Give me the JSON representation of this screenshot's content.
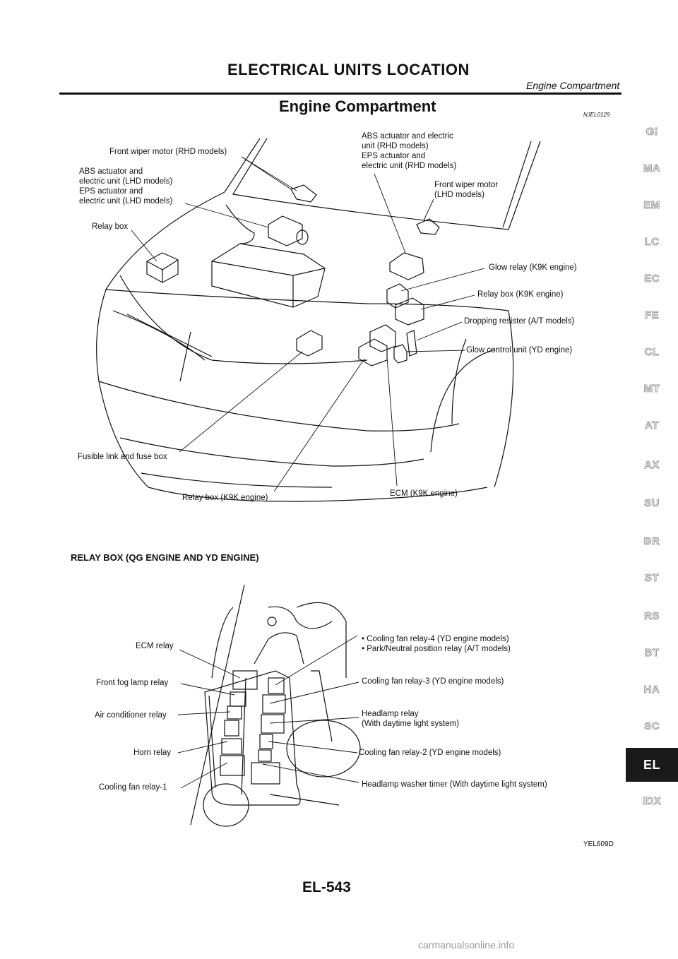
{
  "header": {
    "title": "ELECTRICAL UNITS LOCATION",
    "subtitle": "Engine Compartment"
  },
  "section": {
    "title": "Engine Compartment",
    "code": "NJEL0129"
  },
  "engine_labels": {
    "front_wiper_rhd": "Front wiper motor (RHD models)",
    "abs_lhd": "ABS actuator and\nelectric unit (LHD models)\nEPS actuator and\nelectric unit (LHD models)",
    "relay_box": "Relay box",
    "abs_rhd": "ABS actuator and electric\nunit (RHD models)\nEPS actuator and\nelectric unit (RHD models)",
    "front_wiper_lhd": "Front wiper motor\n(LHD models)",
    "glow_relay": "Glow relay (K9K engine)",
    "relay_box_k9k_right": "Relay box (K9K engine)",
    "dropping_resister": "Dropping resister (A/T models)",
    "glow_control": "Glow control unit (YD engine)",
    "fusible_link": "Fusible link and fuse box",
    "relay_box_k9k_bottom": "Relay box (K9K engine)",
    "ecm_k9k": "ECM (K9K engine)"
  },
  "relay_section_title": "RELAY BOX (QG ENGINE AND YD ENGINE)",
  "relay_labels": {
    "ecm_relay": "ECM relay",
    "front_fog": "Front fog lamp relay",
    "air_conditioner": "Air conditioner relay",
    "horn": "Horn relay",
    "cooling_fan_1": "Cooling fan relay-1",
    "cooling_fan_4": "• Cooling fan relay-4 (YD engine models)\n• Park/Neutral position relay (A/T models)",
    "cooling_fan_3": "Cooling fan relay-3 (YD engine models)",
    "headlamp_relay": "Headlamp relay\n(With daytime light system)",
    "cooling_fan_2": "Cooling fan relay-2 (YD engine models)",
    "headlamp_washer": "Headlamp washer timer (With daytime light system)"
  },
  "figure_code": "YEL609D",
  "page_number": "EL-543",
  "watermark": "carmanualsonline.info",
  "tabs": [
    "GI",
    "MA",
    "EM",
    "LC",
    "EC",
    "FE",
    "CL",
    "MT",
    "AT",
    "AX",
    "SU",
    "BR",
    "ST",
    "RS",
    "BT",
    "HA",
    "SC",
    "EL",
    "IDX"
  ],
  "active_tab": "EL"
}
